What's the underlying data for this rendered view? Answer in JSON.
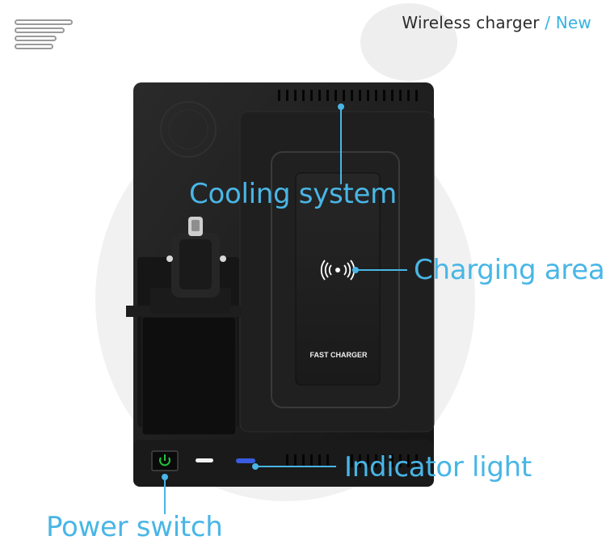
{
  "header": {
    "menu_icon": "hamburger-menu-icon",
    "breadcrumb_main": "Wireless charger",
    "breadcrumb_separator": "/",
    "breadcrumb_current": "New"
  },
  "product": {
    "pad_label": "FAST CHARGER",
    "wireless_symbol": "((•))"
  },
  "callouts": {
    "cooling": "Cooling system",
    "charging": "Charging area",
    "indicator": "Indicator light",
    "power": "Power switch"
  },
  "colors": {
    "accent": "#49b6e6",
    "device_body": "#1c1c1c",
    "power_led": "#22c33a",
    "indicator_led": "#3a5ce0"
  }
}
